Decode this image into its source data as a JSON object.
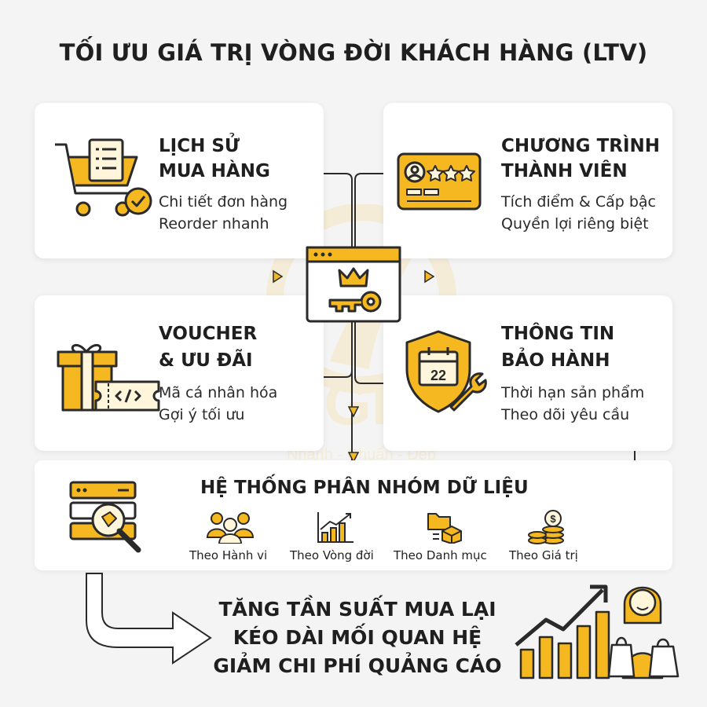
{
  "title": "TỐI ƯU GIÁ TRỊ VÒNG ĐỜI KHÁCH HÀNG (LTV)",
  "watermark": {
    "brand": "LIGHT",
    "tagline": "Nhanh - Chuẩn - Đẹp"
  },
  "colors": {
    "accent": "#f5b820",
    "accent_dark": "#2a2a2a",
    "card": "#ffffff",
    "background": "#f4f4f4"
  },
  "cards": [
    {
      "id": "purchase-history",
      "icon": "shopping-cart-list-check-icon",
      "heading": [
        "LỊCH SỬ",
        "MUA HÀNG"
      ],
      "details": [
        "Chi tiết đơn hàng",
        "Reorder nhanh"
      ]
    },
    {
      "id": "membership",
      "icon": "member-card-stars-icon",
      "heading": [
        "CHƯƠNG TRÌNH",
        "THÀNH VIÊN"
      ],
      "details": [
        "Tích điểm & Cấp bậc",
        "Quyền lợi riêng biệt"
      ]
    },
    {
      "id": "voucher",
      "icon": "gift-voucher-code-icon",
      "heading": [
        "VOUCHER",
        "& ƯU ĐÃI"
      ],
      "details": [
        "Mã cá nhân hóa",
        "Gợi ý tối ưu"
      ]
    },
    {
      "id": "warranty",
      "icon": "shield-calendar-wrench-icon",
      "heading": [
        "THÔNG TIN",
        "BẢO HÀNH"
      ],
      "details": [
        "Thời hạn sản phẩm",
        "Theo dõi yêu cầu"
      ],
      "calendar_day": "22"
    }
  ],
  "center": {
    "icon": "browser-crown-key-icon"
  },
  "system": {
    "icon": "server-magnifier-tag-icon",
    "title": "HỆ THỐNG PHÂN NHÓM DỮ LIỆU",
    "groups": [
      {
        "label": "Theo Hành vi",
        "icon": "people-group-icon"
      },
      {
        "label": "Theo Vòng đời",
        "icon": "bar-chart-trend-icon"
      },
      {
        "label": "Theo Danh mục",
        "icon": "folder-box-icon"
      },
      {
        "label": "Theo Giá trị",
        "icon": "coin-stacks-icon"
      }
    ]
  },
  "results": [
    "TĂNG TẦN SUẤT MUA LẠI",
    "KÉO DÀI MỐI QUAN HỆ",
    "GIẢM CHI PHÍ QUẢNG CÁO"
  ],
  "illustration": {
    "icon": "growth-chart-shopper-icon"
  }
}
